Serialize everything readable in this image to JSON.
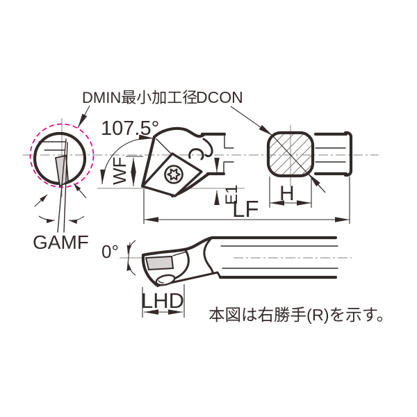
{
  "drawing": {
    "labels": {
      "dmin": "DMIN最小加工径",
      "dcon": "DCON",
      "main_angle": "107.5°",
      "wf": "WF",
      "e1": "E1",
      "lf": "LF",
      "h": "H",
      "gamf": "GAMF",
      "side_angle": "0°",
      "lhd": "LHD"
    },
    "note": "本図は右勝手(R)を示す。",
    "colors": {
      "line": "#322a28",
      "dmin_circle": "#e4007f",
      "insert_fill": "#d6d3d2",
      "centerline": "#9a9a9a"
    }
  }
}
